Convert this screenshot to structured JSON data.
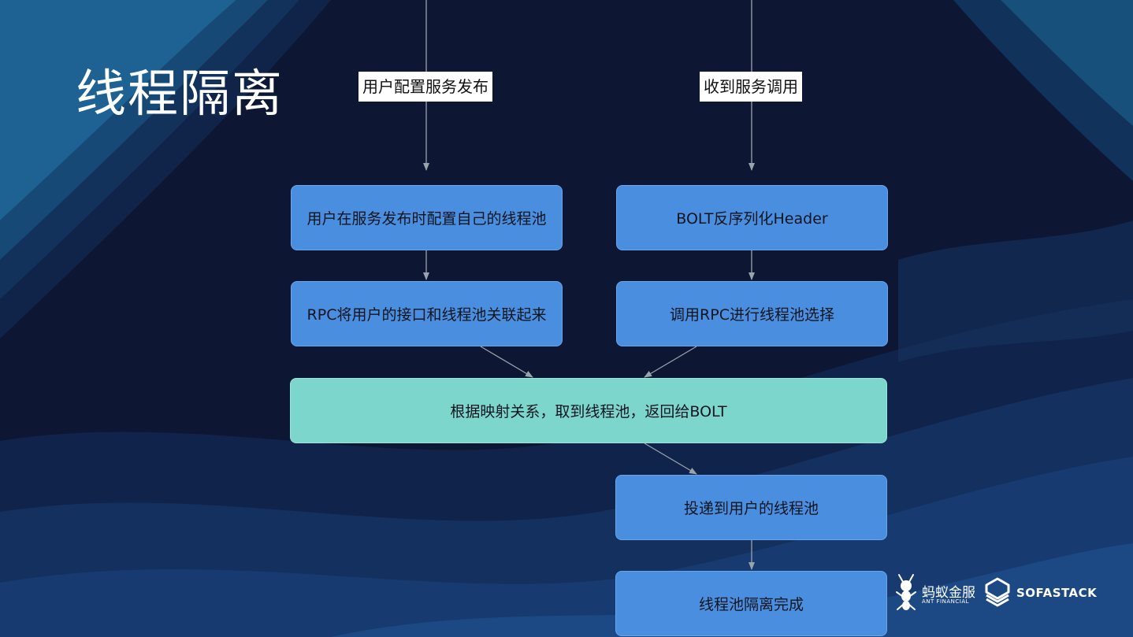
{
  "slide": {
    "title": "线程隔离"
  },
  "labels": {
    "left_input": "用户配置服务发布",
    "right_input": "收到服务调用"
  },
  "nodes": {
    "n1": "用户在服务发布时配置自己的线程池",
    "n2": "RPC将用户的接口和线程池关联起来",
    "n3": "BOLT反序列化Header",
    "n4": "调用RPC进行线程池选择",
    "n5": "根据映射关系，取到线程池，返回给BOLT",
    "n6": "投递到用户的线程池",
    "n7": "线程池隔离完成"
  },
  "logos": {
    "ant_cn": "蚂蚁金服",
    "ant_en": "ANT FINANCIAL",
    "sofa": "SOFASTACK"
  },
  "colors": {
    "background": "#0e1733",
    "node_blue": "#4a8ee0",
    "node_teal": "#7dd6cc",
    "edge": "#9aa3ad"
  }
}
